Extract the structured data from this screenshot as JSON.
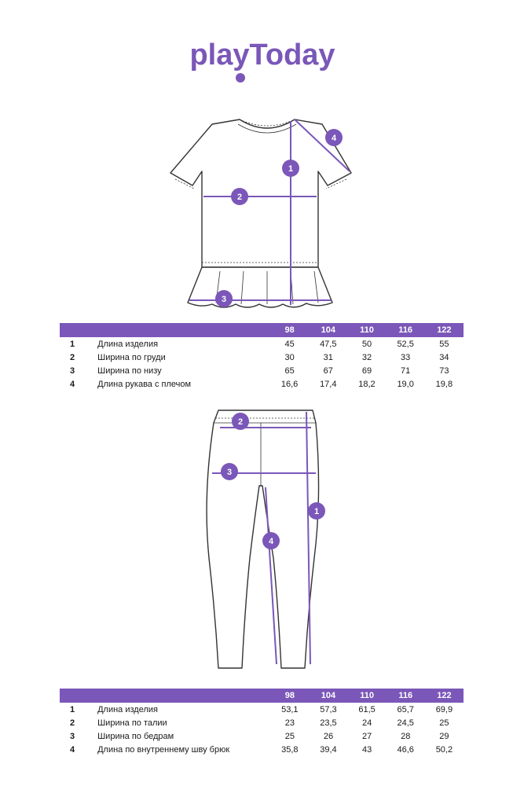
{
  "brand": {
    "logo_text": "playToday",
    "color": "#7a57b8"
  },
  "colors": {
    "accent": "#7a57b8",
    "sketch_line": "#333333"
  },
  "shirt": {
    "markers": [
      "1",
      "2",
      "3",
      "4"
    ],
    "table": {
      "sizes": [
        "98",
        "104",
        "110",
        "116",
        "122"
      ],
      "rows": [
        {
          "num": "1",
          "name": "Длина изделия",
          "values": [
            "45",
            "47,5",
            "50",
            "52,5",
            "55"
          ]
        },
        {
          "num": "2",
          "name": "Ширина по груди",
          "values": [
            "30",
            "31",
            "32",
            "33",
            "34"
          ]
        },
        {
          "num": "3",
          "name": "Ширина по низу",
          "values": [
            "65",
            "67",
            "69",
            "71",
            "73"
          ]
        },
        {
          "num": "4",
          "name": "Длина рукава с плечом",
          "values": [
            "16,6",
            "17,4",
            "18,2",
            "19,0",
            "19,8"
          ]
        }
      ]
    }
  },
  "pants": {
    "markers": [
      "1",
      "2",
      "3",
      "4"
    ],
    "table": {
      "sizes": [
        "98",
        "104",
        "110",
        "116",
        "122"
      ],
      "rows": [
        {
          "num": "1",
          "name": "Длина изделия",
          "values": [
            "53,1",
            "57,3",
            "61,5",
            "65,7",
            "69,9"
          ]
        },
        {
          "num": "2",
          "name": "Ширина по талии",
          "values": [
            "23",
            "23,5",
            "24",
            "24,5",
            "25"
          ]
        },
        {
          "num": "3",
          "name": "Ширина по бедрам",
          "values": [
            "25",
            "26",
            "27",
            "28",
            "29"
          ]
        },
        {
          "num": "4",
          "name": "Длина по внутреннему шву брюк",
          "values": [
            "35,8",
            "39,4",
            "43",
            "46,6",
            "50,2"
          ]
        }
      ]
    }
  }
}
